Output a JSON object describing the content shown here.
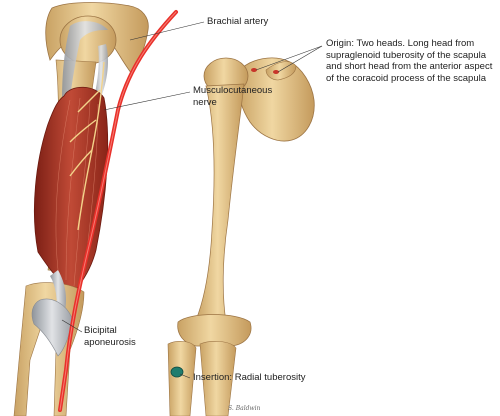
{
  "labels": {
    "brachial_artery": "Brachial artery",
    "musculocutaneous_line1": "Musculocutaneous",
    "musculocutaneous_line2": "nerve",
    "origin": "Origin: Two heads. Long head from supraglenoid tuberosity of the scapula and short head from the anterior aspect of the coracoid process of the scapula",
    "bicipital_line1": "Bicipital",
    "bicipital_line2": "aponeurosis",
    "insertion": "Insertion: Radial tuberosity",
    "signature": "S. Baldwin"
  },
  "colors": {
    "bone": "#e7c98f",
    "bone_shadow": "#c9a264",
    "muscle": "#b13a2b",
    "muscle_dark": "#7c1f15",
    "artery": "#e8302a",
    "nerve": "#f3d38a",
    "tendon": "#b9bcc2",
    "insertion_spot": "#1f7d6e",
    "leader": "#333333"
  }
}
